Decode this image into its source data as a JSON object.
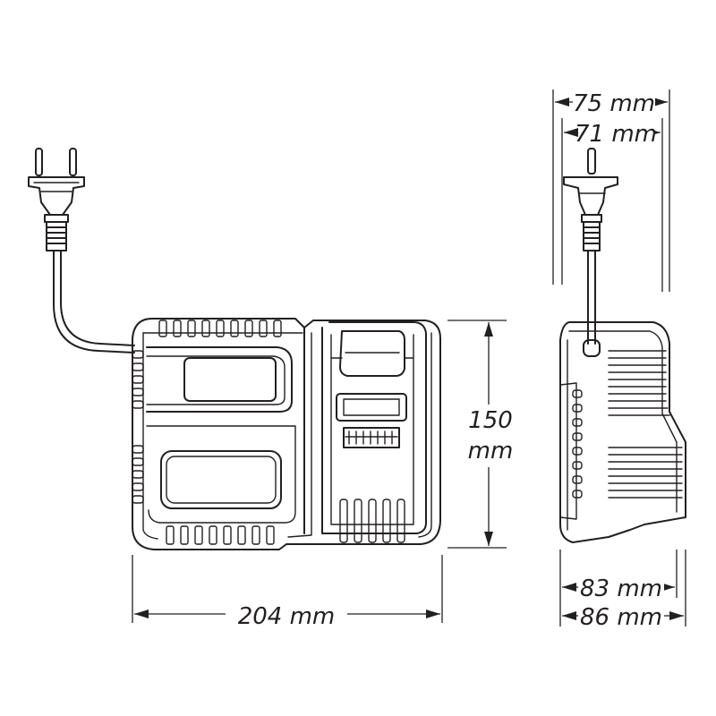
{
  "dimensions": {
    "width": "204 mm",
    "height_value": "150",
    "height_unit": "mm",
    "side_top_outer": "75 mm",
    "side_top_inner": "71 mm",
    "side_bottom_inner": "83 mm",
    "side_bottom_outer": "86 mm"
  }
}
